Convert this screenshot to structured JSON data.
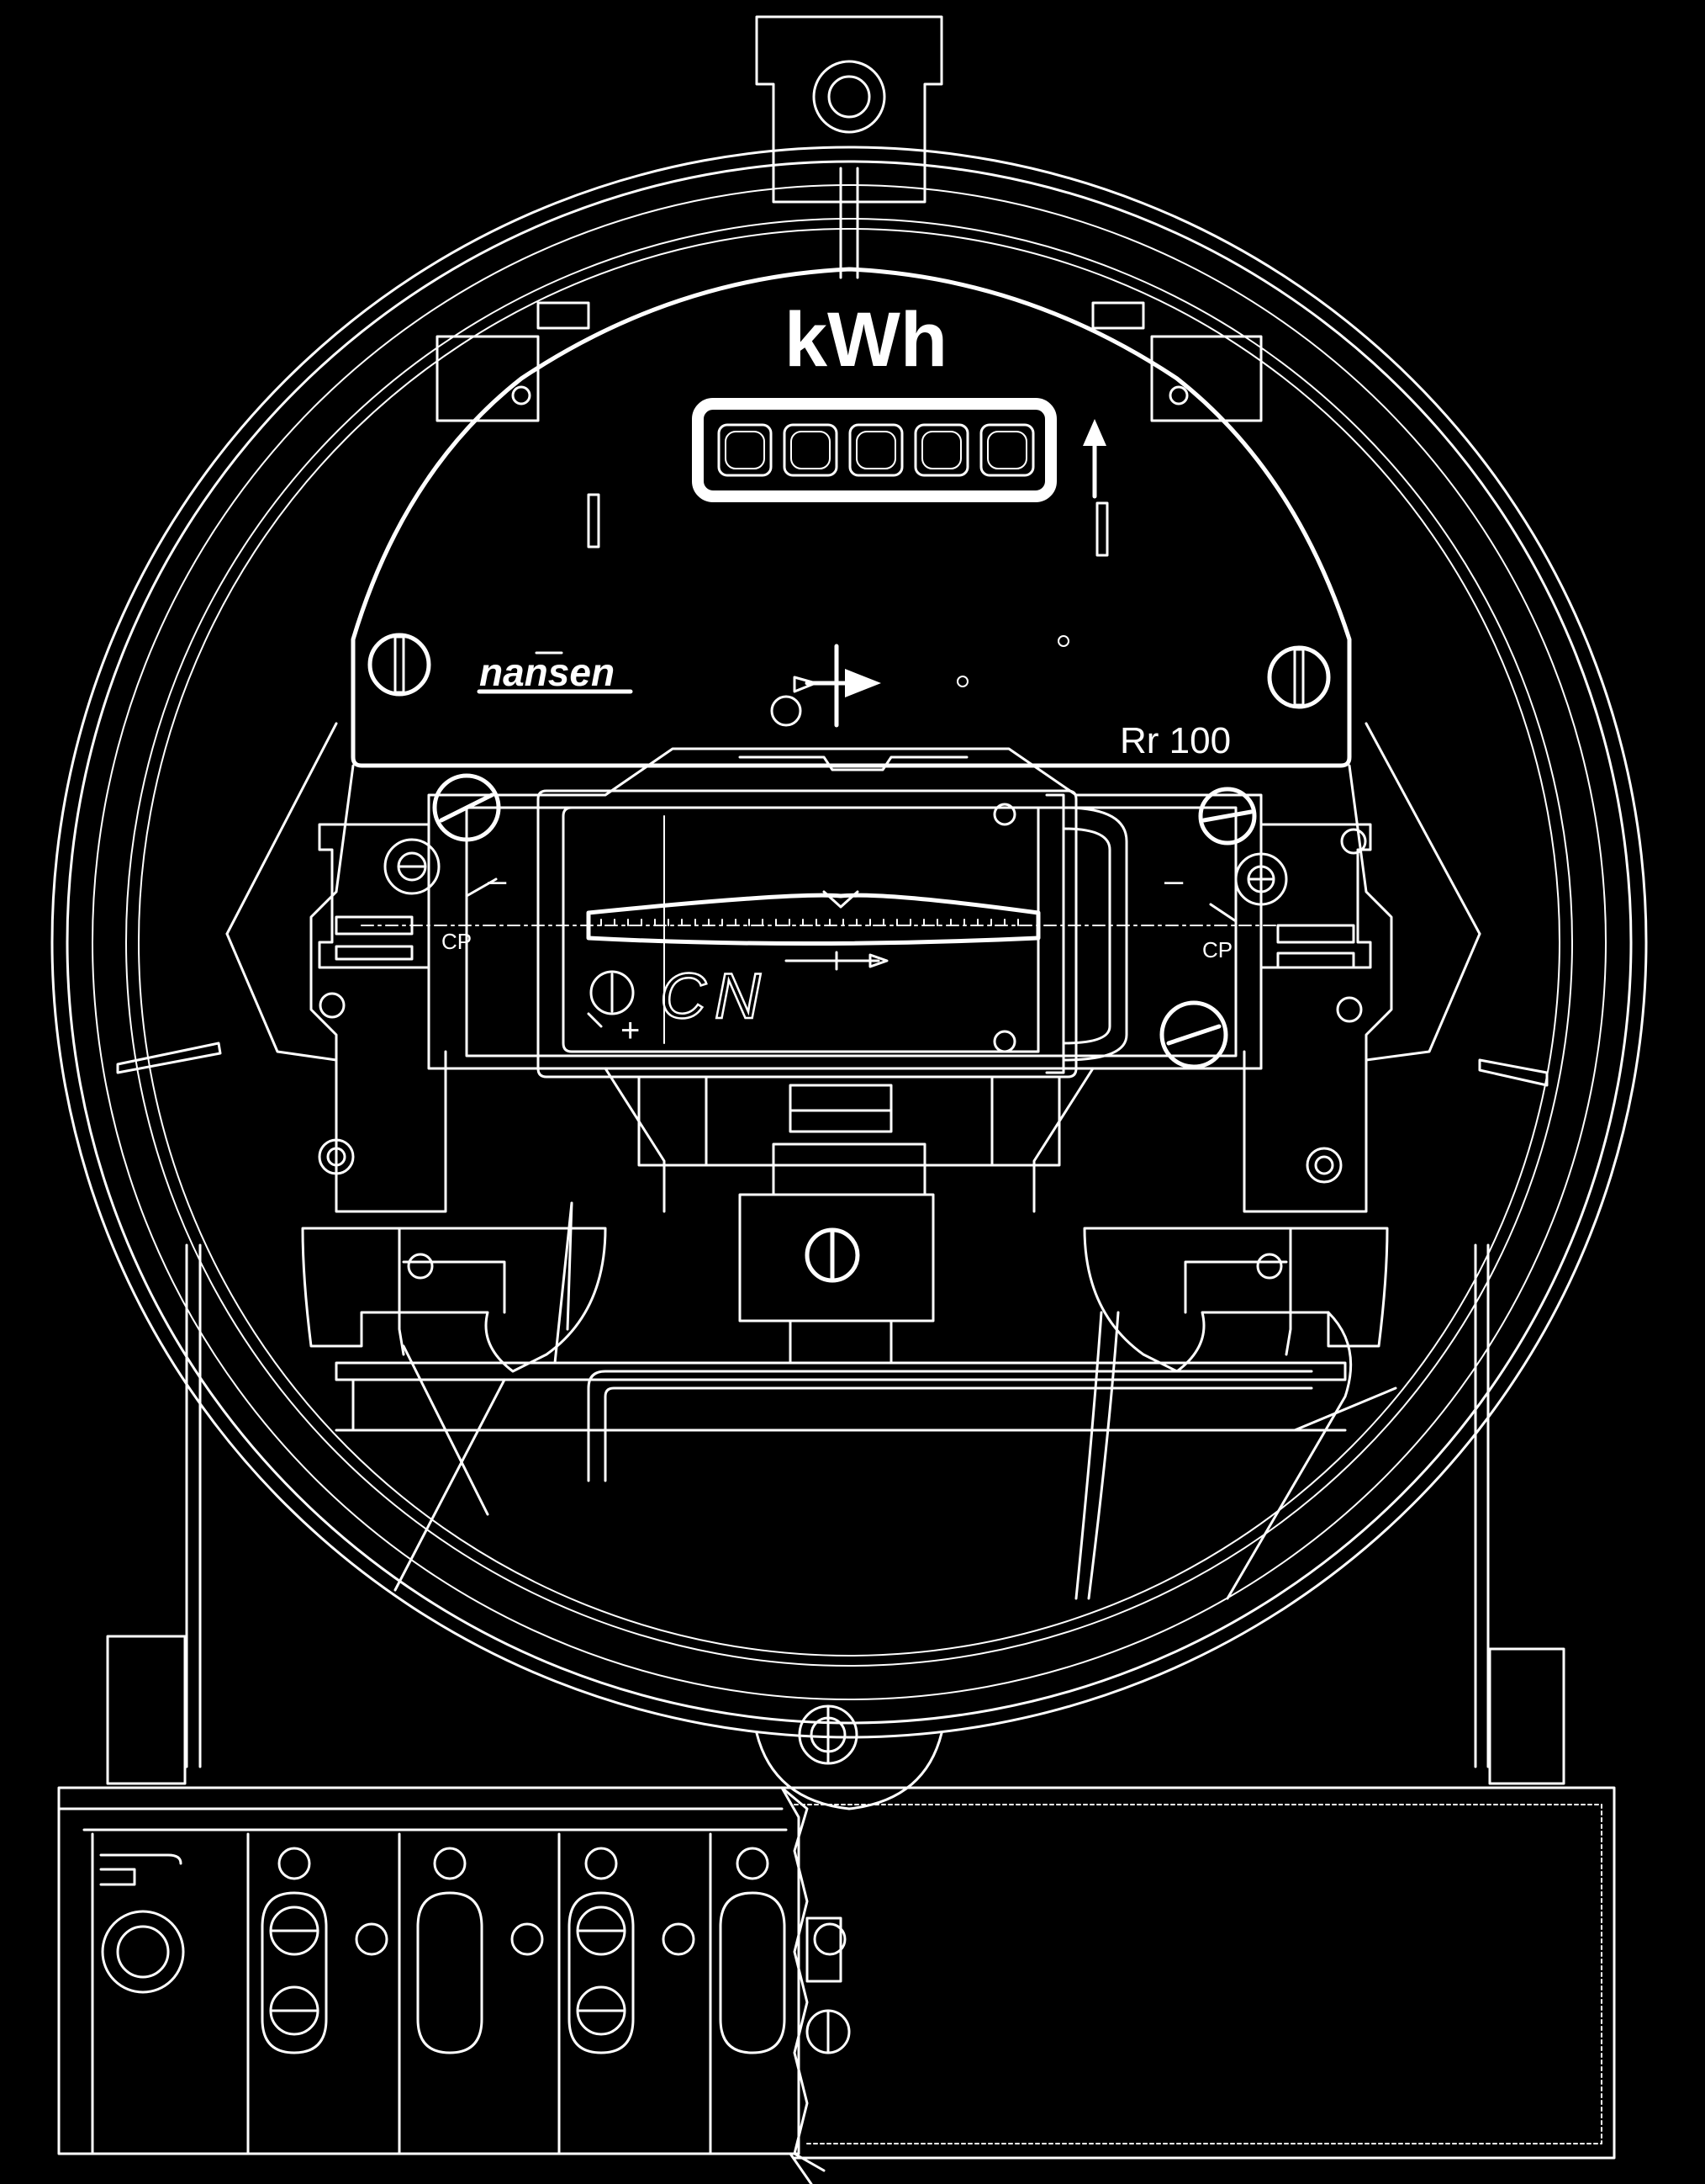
{
  "meter": {
    "unit_label": "kWh",
    "brand": "nansen",
    "model": "Rr 100",
    "cp_left": "CP",
    "cp_right": "CP",
    "cn_label": "CN",
    "plus_sign": "+",
    "minus_left": "–",
    "minus_right": "–",
    "register_digit_count": 5
  },
  "colors": {
    "background": "#000000",
    "line": "#ffffff"
  },
  "icons": [
    "screw-icon",
    "direction-arrow-icon",
    "rotation-arrow-icon"
  ]
}
